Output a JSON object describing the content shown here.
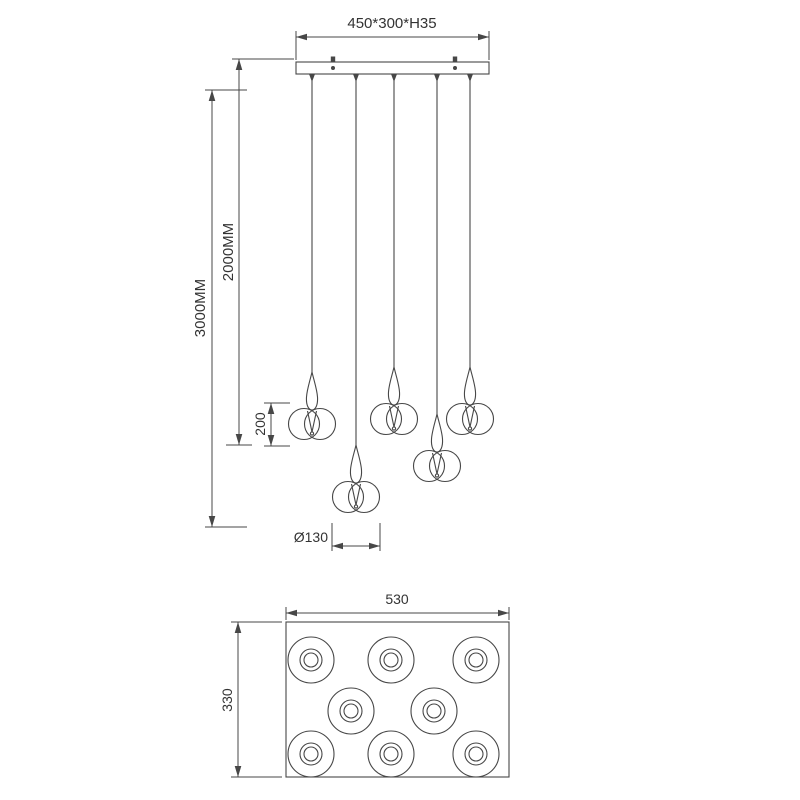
{
  "drawing_title": "pendant-chandelier-technical-drawing",
  "front_view": {
    "canopy_size_label": "450*300*H35",
    "total_height_label": "3000MM",
    "cord_length_label": "2000MM",
    "shade_height_label": "200",
    "shade_diameter_label": "Ø130"
  },
  "plan_view": {
    "width_label": "530",
    "depth_label": "330"
  },
  "colors": {
    "line": "#474747",
    "text": "#333333",
    "background": "#ffffff"
  },
  "counts": {
    "pendants_front_view": 5,
    "lamp_positions_plan_view": 8
  }
}
